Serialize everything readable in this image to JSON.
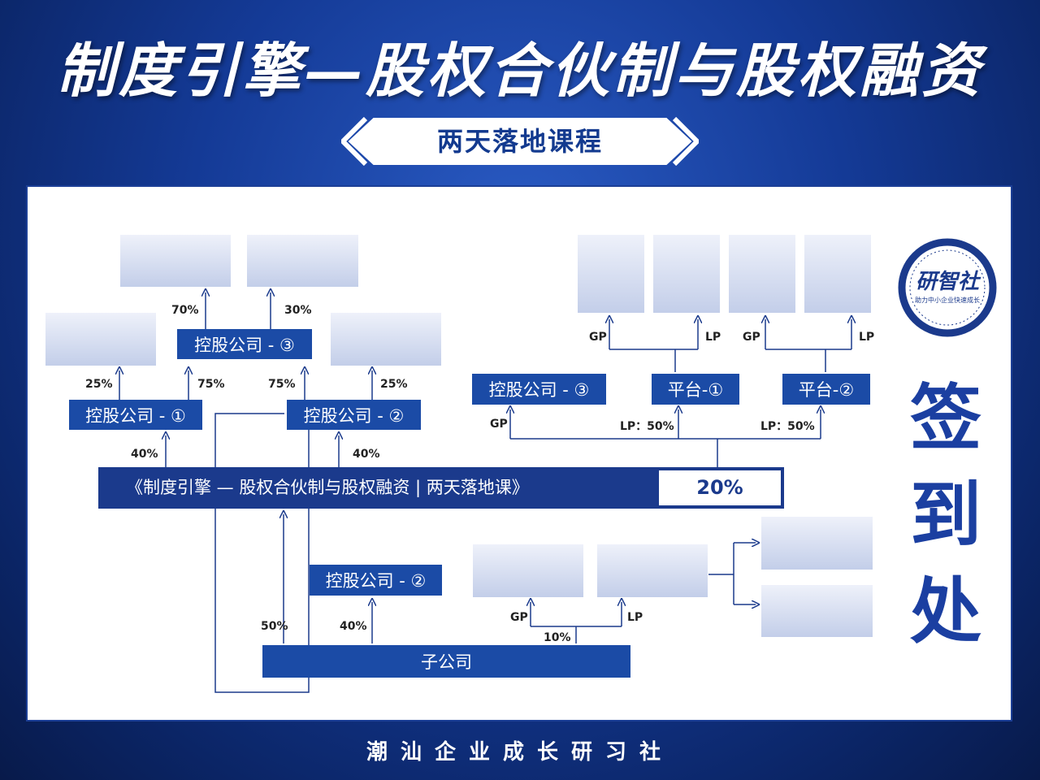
{
  "title": "制度引擎—股权合伙制与股权融资",
  "subtitle": "两天落地课程",
  "footer": "潮汕企业成长研习社",
  "sign_in": [
    "签",
    "到",
    "处"
  ],
  "logo": {
    "name": "研智社",
    "slogan": "助力中小企业快速成长"
  },
  "banner": {
    "text": "《制度引擎 — 股权合伙制与股权融资 | 两天落地课》",
    "percent": "20%"
  },
  "boxes": {
    "holding_1": "控股公司 - ①",
    "holding_2_top": "控股公司 - ②",
    "holding_3_top": "控股公司 - ③",
    "holding_2_bottom": "控股公司 - ②",
    "holding_3_right": "控股公司 - ③",
    "platform_1": "平台-①",
    "platform_2": "平台-②",
    "subsidiary": "子公司"
  },
  "labels": {
    "p70": "70%",
    "p30": "30%",
    "p25a": "25%",
    "p75a": "75%",
    "p75b": "75%",
    "p25b": "25%",
    "p40a": "40%",
    "p40b": "40%",
    "p50": "50%",
    "p40c": "40%",
    "p10": "10%",
    "gp1": "GP",
    "lp1": "LP",
    "gp2": "GP",
    "lp2": "LP",
    "gp3": "GP",
    "lp50a": "LP：50%",
    "lp50b": "LP：50%",
    "gp4": "GP",
    "lp4": "LP"
  },
  "colors": {
    "dark_blue": "#1b4ba6",
    "navy": "#1b3a8c",
    "accent": "#1b3fa1",
    "background": "#143a96"
  }
}
